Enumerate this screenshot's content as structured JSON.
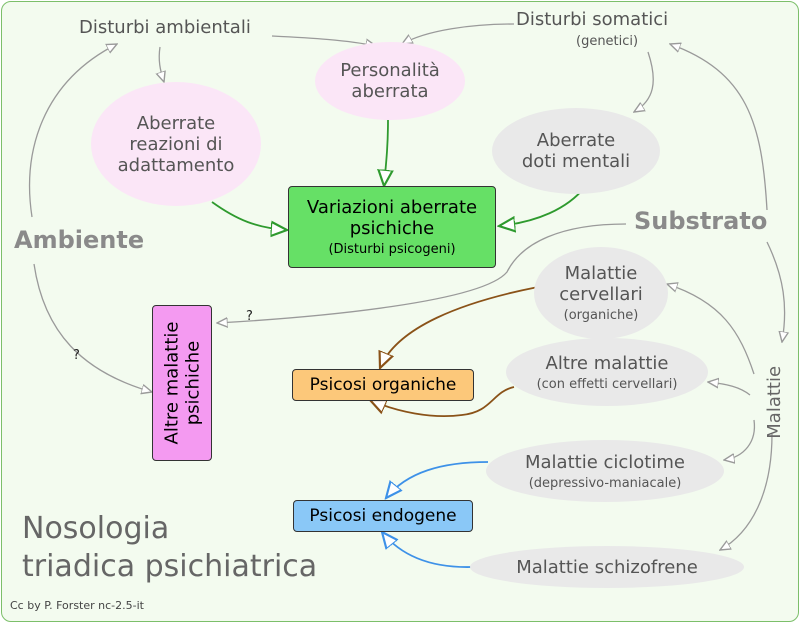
{
  "labels": {
    "disturbi_ambientali": "Disturbi ambientali",
    "disturbi_somatici": "Disturbi somatici",
    "disturbi_somatici_sub": "(genetici)",
    "ambiente": "Ambiente",
    "substrato": "Substrato",
    "malattie": "Malattie",
    "question_mark": "?",
    "title_line1": "Nosologia",
    "title_line2": "triadica psichiatrica",
    "credit": "Cc by P. Forster nc-2.5-it"
  },
  "ovals": {
    "personalita": [
      "Personalità",
      "aberrata"
    ],
    "reazioni": [
      "Aberrate",
      "reazioni di",
      "adattamento"
    ],
    "doti": [
      "Aberrate",
      "doti mentali"
    ],
    "cerebrali": [
      "Malattie",
      "cervellari",
      "(organiche)"
    ],
    "altre": [
      "Altre malattie",
      "(con effetti cervellari)"
    ],
    "ciclotime": [
      "Malattie ciclotime",
      "(depressivo-maniacale)"
    ],
    "schizofrene": "Malattie schizofrene"
  },
  "boxes": {
    "variazioni": [
      "Variazioni aberrate",
      "psichiche",
      "(Disturbi psicogeni)"
    ],
    "altre_psichiche": [
      "Altre malattie",
      "psichiche"
    ],
    "organiche": "Psicosi organiche",
    "endogene": "Psicosi endogene"
  },
  "colors": {
    "background": "#f3fbef",
    "green_box": "#66e066",
    "magenta_box": "#f49af1",
    "orange_box": "#fcc87a",
    "blue_box": "#8ac8f7",
    "green_arrow": "#2e9a2e",
    "brown_arrow": "#8a5218",
    "blue_arrow": "#3d91e8",
    "grey_arrow": "#9a9a9a"
  }
}
